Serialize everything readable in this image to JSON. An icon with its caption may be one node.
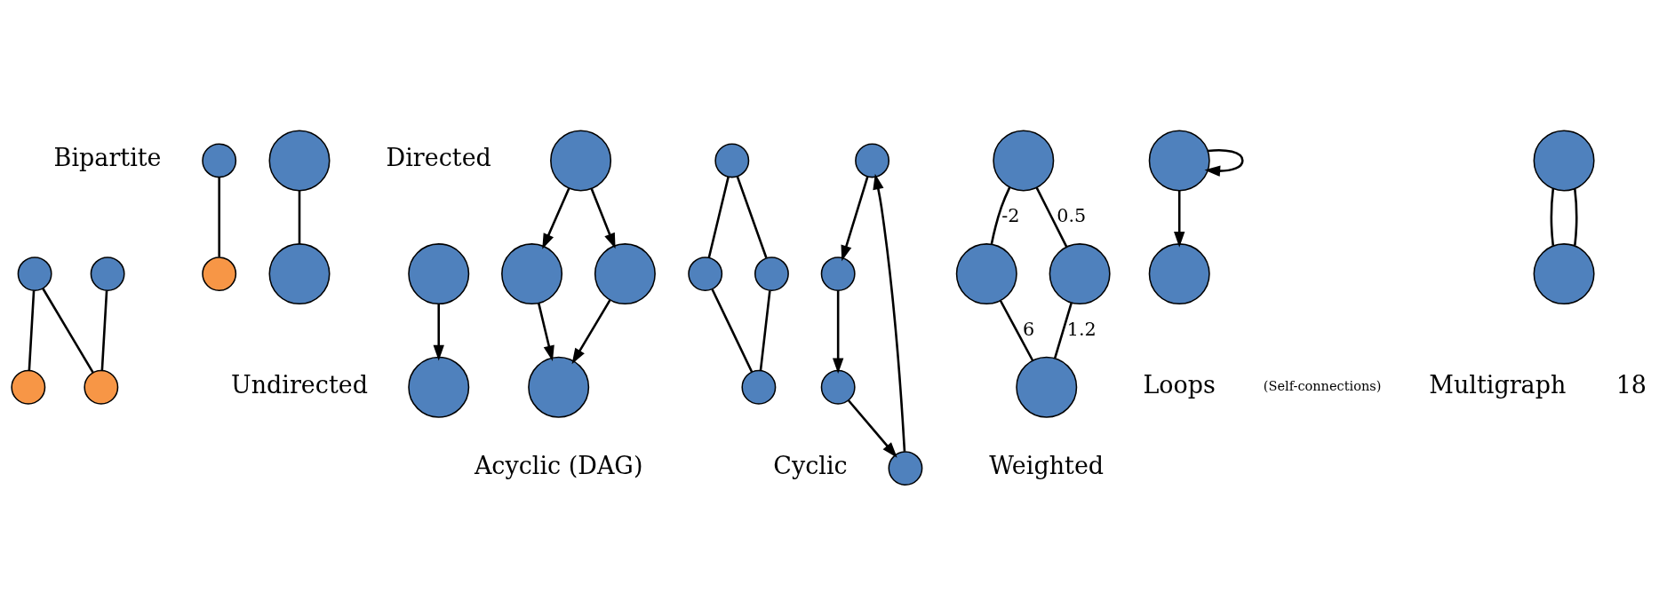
{
  "diagram": {
    "nodes": [
      {
        "text": [],
        "shape": "circle"
      },
      {
        "text": [],
        "shape": "circle"
      },
      {
        "text": [],
        "shape": "circle"
      },
      {
        "text": [],
        "shape": "circle"
      },
      {
        "text": [],
        "shape": "circle"
      },
      {
        "text": [],
        "shape": "circle"
      },
      {
        "text": [],
        "shape": "circle"
      },
      {
        "text": [],
        "shape": "circle"
      },
      {
        "text": [],
        "shape": "circle"
      },
      {
        "text": [],
        "shape": "circle"
      },
      {
        "text": [],
        "shape": "circle"
      },
      {
        "text": [],
        "shape": "circle"
      },
      {
        "text": [],
        "shape": "circle"
      },
      {
        "text": [],
        "shape": "circle"
      },
      {
        "text": [],
        "shape": "circle"
      },
      {
        "text": [],
        "shape": "circle"
      },
      {
        "text": [],
        "shape": "circle"
      },
      {
        "text": [],
        "shape": "circle"
      },
      {
        "text": [],
        "shape": "circle"
      },
      {
        "text": [],
        "shape": "circle"
      },
      {
        "text": [],
        "shape": "circle"
      },
      {
        "text": [],
        "shape": "circle"
      },
      {
        "text": [],
        "shape": "circle"
      },
      {
        "text": [],
        "shape": "circle"
      },
      {
        "text": [],
        "shape": "circle"
      },
      {
        "text": [],
        "shape": "circle"
      },
      {
        "text": [],
        "shape": "circle"
      },
      {
        "text": [],
        "shape": "circle"
      },
      {
        "text": [],
        "shape": "circle"
      },
      {
        "text": [],
        "shape": "circle"
      }
    ],
    "edges": [
      {
        "from": 2,
        "to": 4,
        "arrow": "none"
      },
      {
        "from": 1,
        "to": 5,
        "arrow": "none"
      },
      {
        "from": 0,
        "to": 4,
        "arrow": "none"
      },
      {
        "from": 0,
        "to": 3,
        "arrow": "none"
      },
      {
        "from": 6,
        "to": 7,
        "arrow": "none"
      },
      {
        "from": 8,
        "to": 9,
        "arrow": "to"
      },
      {
        "from": 10,
        "to": 11,
        "arrow": "to"
      },
      {
        "from": 10,
        "to": 12,
        "arrow": "to"
      },
      {
        "from": 11,
        "to": 13,
        "arrow": "to"
      },
      {
        "from": 12,
        "to": 13,
        "arrow": "to"
      },
      {
        "from": 14,
        "to": 15,
        "arrow": "none"
      },
      {
        "from": 14,
        "to": 16,
        "arrow": "none"
      },
      {
        "from": 15,
        "to": 17,
        "arrow": "none"
      },
      {
        "from": 16,
        "to": 17,
        "arrow": "none"
      },
      {
        "from": 18,
        "to": 19,
        "arrow": "to"
      },
      {
        "from": 19,
        "to": 21,
        "arrow": "to"
      },
      {
        "from": 21,
        "to": 20,
        "arrow": "to"
      },
      {
        "from": 20,
        "to": 18,
        "arrow": "to"
      },
      {
        "from": 22,
        "to": 23,
        "arrow": "none",
        "label": "-2"
      },
      {
        "from": 22,
        "to": 24,
        "arrow": "none",
        "label": "0.5"
      },
      {
        "from": 23,
        "to": 25,
        "arrow": "none",
        "label": "6"
      },
      {
        "from": 24,
        "to": 25,
        "arrow": "none",
        "label": "1.2"
      },
      {
        "from": 26,
        "to": 26,
        "arrow": "to"
      },
      {
        "from": 26,
        "to": 27,
        "arrow": "to"
      },
      {
        "from": 28,
        "to": 29,
        "arrow": "none"
      },
      {
        "from": 28,
        "to": 29,
        "arrow": "none"
      }
    ],
    "labels": [
      "Bipartite",
      "Directed",
      "Undirected",
      "Acyclic (DAG)",
      "Cyclic",
      "Weighted",
      "Loops",
      "(Self-connections)",
      "Multigraph",
      "18"
    ]
  }
}
